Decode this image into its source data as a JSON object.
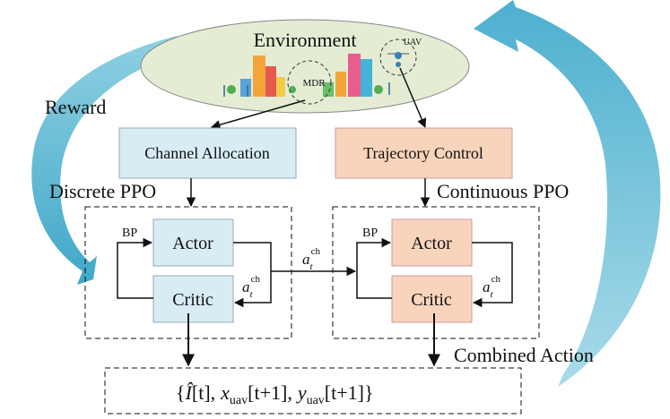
{
  "environment": {
    "title": "Environment",
    "mdr_label": "MDR",
    "uav_label": "UAV"
  },
  "labels": {
    "reward": "Reward",
    "discrete_ppo": "Discrete PPO",
    "continuous_ppo": "Continuous PPO",
    "combined_action": "Combined Action"
  },
  "boxes": {
    "channel_allocation": "Channel Allocation",
    "trajectory_control": "Trajectory Control"
  },
  "left_agent": {
    "actor": "Actor",
    "critic": "Critic",
    "bp": "BP",
    "action_main": "a",
    "action_sub": "t",
    "action_sup": "ch"
  },
  "right_agent": {
    "actor": "Actor",
    "critic": "Critic",
    "bp": "BP",
    "action_main": "a",
    "action_sub": "t",
    "action_sup": "ch"
  },
  "middle_action": {
    "main": "a",
    "sub": "t",
    "sup": "ch"
  },
  "output_set": {
    "open": "{",
    "i_hat": "Î",
    "t_bracket": "[t],",
    "x": "x",
    "x_sub": "uav",
    "x_bracket": "[t+1],",
    "y": "y",
    "y_sub": "uav",
    "y_bracket": "[t+1]",
    "close": "}"
  },
  "colors": {
    "blue_box": "#d8ecf3",
    "orange_box": "#f9d4bc",
    "environment_fill": "#e4ecd4",
    "arrow_blue": "#5fb7cf"
  }
}
